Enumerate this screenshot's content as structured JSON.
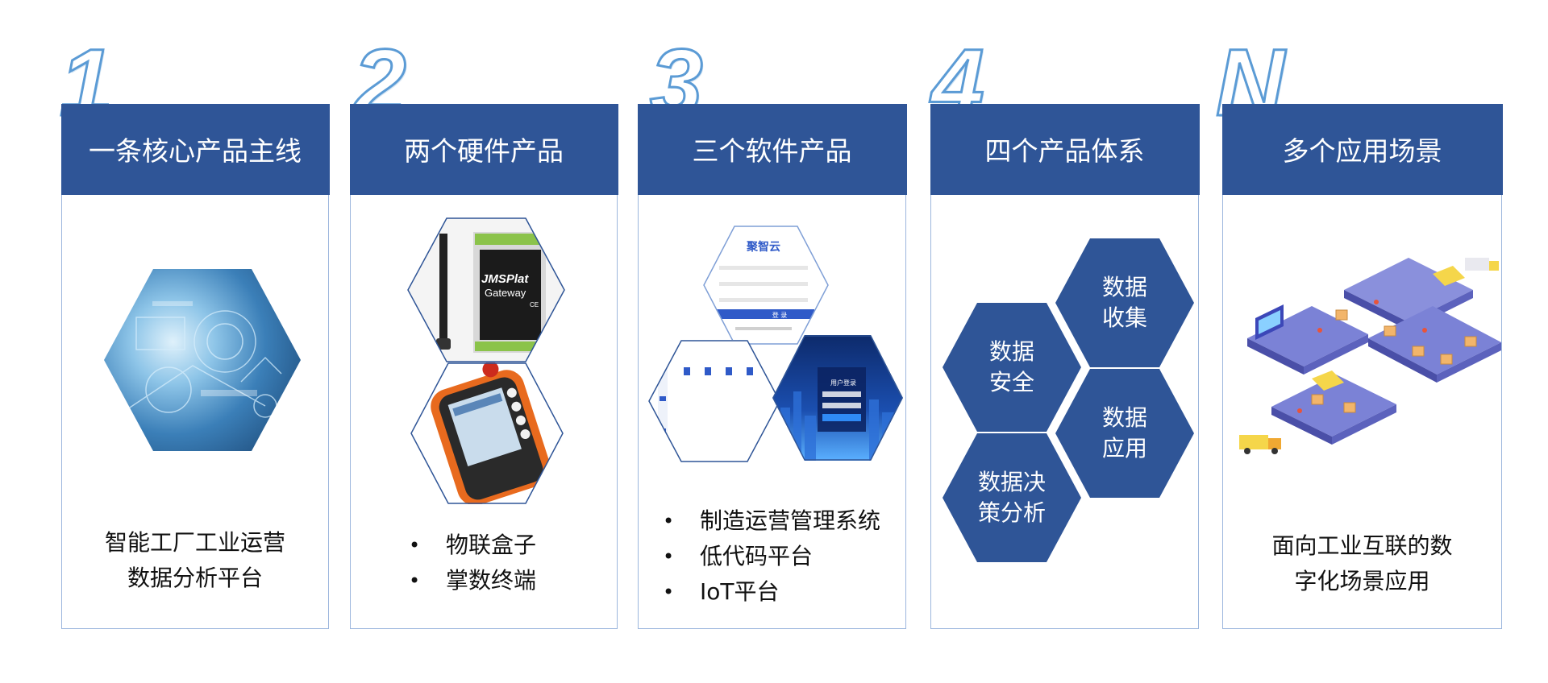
{
  "cards": [
    {
      "number": "1",
      "title": "一条核心产品主线",
      "desc_lines": [
        "智能工厂工业运营",
        "数据分析平台"
      ]
    },
    {
      "number": "2",
      "title": "两个硬件产品",
      "bullets": [
        "物联盒子",
        "掌数终端"
      ],
      "gateway_brand": "JMSPlat",
      "gateway_model": "Gateway",
      "gateway_mark": "CE"
    },
    {
      "number": "3",
      "title": "三个软件产品",
      "bullets": [
        "制造运营管理系统",
        "低代码平台",
        "IoT平台"
      ],
      "app_logo": "聚智云",
      "login_button": "登 录",
      "login_title": "用户登录"
    },
    {
      "number": "4",
      "title": "四个产品体系",
      "hexes": [
        "数据\n收集",
        "数据\n安全",
        "数据\n应用",
        "数据决\n策分析"
      ]
    },
    {
      "number": "N",
      "title": "多个应用场景",
      "desc_lines": [
        "面向工业互联的数",
        "字化场景应用"
      ]
    }
  ],
  "bullet_char": "•",
  "colors": {
    "header": "#2f5597",
    "border": "#9cb6dd",
    "numeral_stroke": "#5b9bd5"
  }
}
